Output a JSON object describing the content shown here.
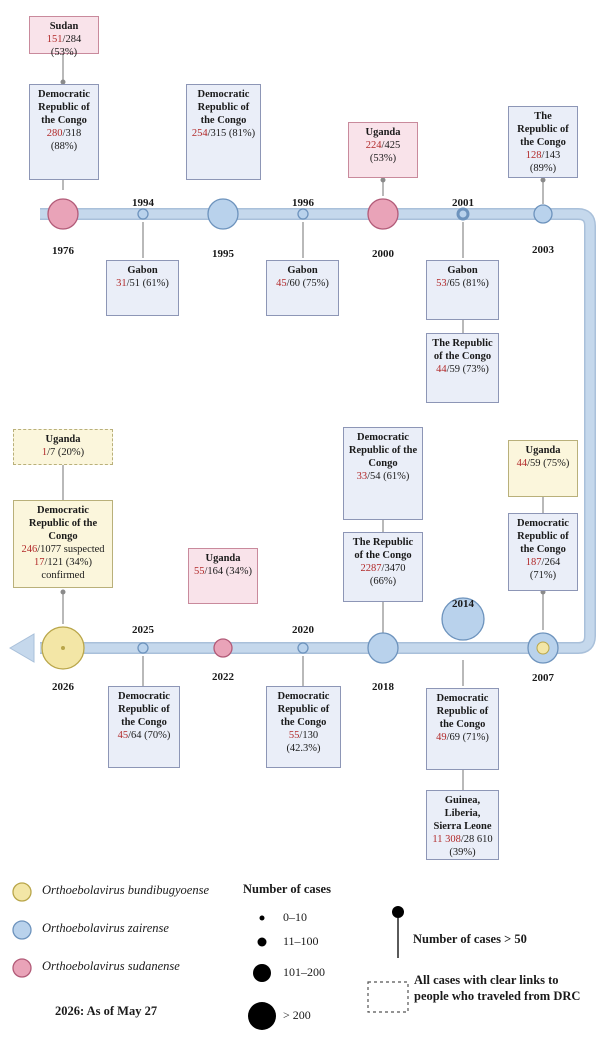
{
  "colors": {
    "bundibugyo": "#f3e6a6",
    "zairense": "#b9d2ec",
    "sudanense": "#e9a3b8",
    "timeline": "#c5d8ec",
    "case_number": "#b22a2a",
    "box_blue": "#eaeef8",
    "box_pink": "#f9e3ea",
    "box_yellow": "#fbf6dc"
  },
  "events": [
    {
      "year": "1976",
      "species": "sudanense",
      "size": "large"
    },
    {
      "year": "1994",
      "species": "zairense",
      "size": "small"
    },
    {
      "year": "1995",
      "species": "zairense",
      "size": "large"
    },
    {
      "year": "1996",
      "species": "zairense",
      "size": "small"
    },
    {
      "year": "2000",
      "species": "sudanense",
      "size": "large"
    },
    {
      "year": "2001",
      "species": "zairense",
      "size": "small"
    },
    {
      "year": "2003",
      "species": "zairense",
      "size": "medium"
    },
    {
      "year": "2007",
      "species": "zairense",
      "size": "large"
    },
    {
      "year": "2014",
      "species": "zairense",
      "size": "xlarge"
    },
    {
      "year": "2018",
      "species": "zairense",
      "size": "large"
    },
    {
      "year": "2020",
      "species": "zairense",
      "size": "small"
    },
    {
      "year": "2022",
      "species": "sudanense",
      "size": "medium"
    },
    {
      "year": "2025",
      "species": "zairense",
      "size": "small"
    },
    {
      "year": "2026",
      "species": "bundibugyo",
      "size": "xlarge"
    }
  ],
  "outbreaks": [
    {
      "country": "Sudan",
      "cases": "151",
      "rest": "/284 (53%)"
    },
    {
      "country": "Democratic Republic of the Congo",
      "cases": "280",
      "rest": "/318 (88%)"
    },
    {
      "country": "Gabon",
      "cases": "31",
      "rest": "/51 (61%)"
    },
    {
      "country": "Democratic Republic of the Congo",
      "cases": "254",
      "rest": "/315 (81%)"
    },
    {
      "country": "Gabon",
      "cases": "45",
      "rest": "/60 (75%)"
    },
    {
      "country": "Uganda",
      "cases": "224",
      "rest": "/425 (53%)"
    },
    {
      "country": "Gabon",
      "cases": "53",
      "rest": "/65 (81%)"
    },
    {
      "country": "The Republic of the Congo",
      "cases": "44",
      "rest": "/59 (73%)"
    },
    {
      "country": "The Republic of the Congo",
      "cases": "128",
      "rest": "/143 (89%)"
    },
    {
      "country": "Uganda",
      "cases": "44",
      "rest": "/59 (75%)"
    },
    {
      "country": "Democratic Republic of the Congo",
      "cases": "187",
      "rest": "/264 (71%)"
    },
    {
      "country": "Democratic Republic of the Congo",
      "cases": "49",
      "rest": "/69 (71%)"
    },
    {
      "country": "Guinea, Liberia, Sierra Leone",
      "cases": "11 308",
      "rest": "/28 610 (39%)"
    },
    {
      "country": "Democratic Republic of the Congo",
      "cases": "33",
      "rest": "/54 (61%)"
    },
    {
      "country": "The Republic of the Congo",
      "cases": "2287",
      "rest": "/3470 (66%)"
    },
    {
      "country": "Democratic Republic of the Congo",
      "cases": "55",
      "rest": "/130 (42.3%)"
    },
    {
      "country": "Uganda",
      "cases": "55",
      "rest": "/164 (34%)"
    },
    {
      "country": "Democratic Republic of the Congo",
      "cases": "45",
      "rest": "/64 (70%)"
    },
    {
      "country": "Uganda",
      "cases": "1",
      "rest": "/7 (20%)"
    },
    {
      "country": "Democratic Republic of the Congo",
      "cases": "246",
      "rest": "/1077 suspected",
      "cases2": "17",
      "rest2": "/121 (34%) confirmed"
    }
  ],
  "legend": {
    "species": [
      {
        "name": "Orthoebolavirus bundibugyoense",
        "color_key": "bundibugyo"
      },
      {
        "name": "Orthoebolavirus zairense",
        "color_key": "zairense"
      },
      {
        "name": "Orthoebolavirus sudanense",
        "color_key": "sudanense"
      }
    ],
    "size_title": "Number of cases",
    "size_items": [
      "0–10",
      "11–100",
      "101–200",
      "> 200"
    ],
    "pin_label": "Number of cases > 50",
    "dashed_label": "All cases with clear links to people who traveled from DRC",
    "note": "2026: As of May 27"
  }
}
